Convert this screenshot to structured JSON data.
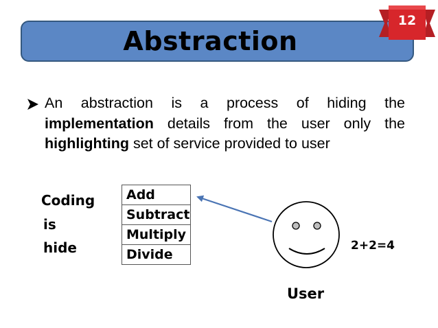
{
  "slide": {
    "title": "Abstraction",
    "page_number": "12",
    "bullet": {
      "prefix": "An abstraction is a process of hiding the ",
      "emphasis1": "implementation",
      "middle": " details from the user only the ",
      "emphasis2": "highlighting",
      "suffix": " set of service provided to user"
    },
    "side_labels": [
      "Coding",
      "is",
      "hide"
    ],
    "operations": [
      "Add",
      "Subtract",
      "Multiply",
      "Divide"
    ],
    "user_label": "User",
    "example": "2+2=4"
  },
  "colors": {
    "title_fill": "#5b87c5",
    "badge": "#d7262b",
    "arrow": "#4a74b4"
  },
  "icons": {
    "bullet": "right-arrow-bullet-icon",
    "face": "smiley-face-icon"
  }
}
